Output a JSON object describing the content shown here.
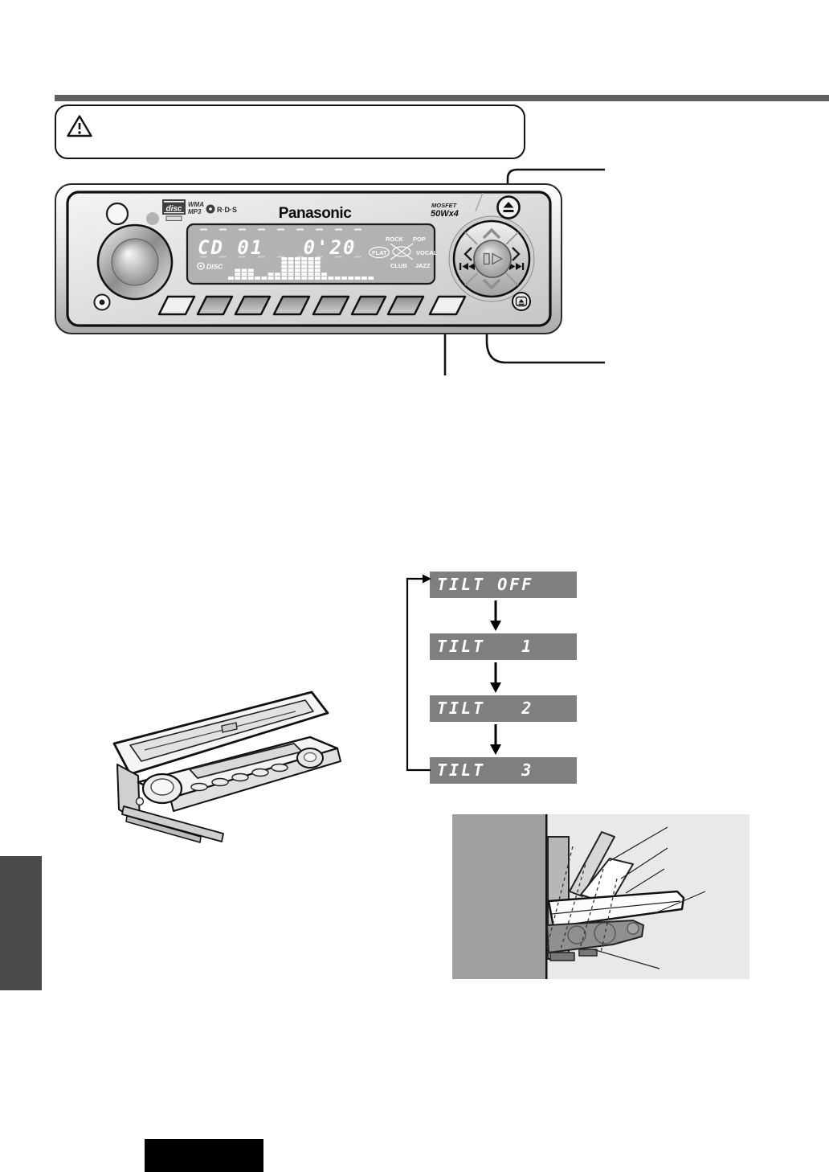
{
  "page": {
    "background": "#ffffff",
    "top_bar_color": "#5f5f5f",
    "side_tab_color": "#4a4a4a",
    "footer_box_color": "#000000",
    "caution": {
      "icon": "warning-triangle"
    }
  },
  "head_unit": {
    "brand": "Panasonic",
    "badges": {
      "compact_disc_logo": "disc",
      "wma": "WMA",
      "mp3": "MP3",
      "rds": "R·D·S",
      "mosfet": "MOSFET",
      "power_rating": "50Wx4"
    },
    "display": {
      "main_readout": "CD 01   0'20",
      "disc_indicator": "DISC",
      "rock": "ROCK",
      "pop": "POP",
      "flat": "FLAT",
      "vocal": "VOCAL",
      "club": "CLUB",
      "jazz": "JAZZ",
      "lcd_bg": "#b2b2b2",
      "eq_bars": [
        1,
        3,
        3,
        3,
        1,
        1,
        2,
        2,
        6,
        6,
        6,
        6,
        6,
        6,
        2,
        1,
        1,
        1,
        1,
        1,
        1,
        1
      ]
    },
    "controls": {
      "eject_icon": "eject",
      "release_icon": "faceplate-release",
      "up_icon": "chevron-up",
      "down_icon": "chevron-down",
      "left_icon": "previous-track",
      "right_icon": "next-track",
      "center_icon": "pause-play"
    }
  },
  "tilt_flow": {
    "lcd_bg": "#7f7f7f",
    "screens": [
      {
        "label": "TILT OFF"
      },
      {
        "label": "TILT   1"
      },
      {
        "label": "TILT   2"
      },
      {
        "label": "TILT   3"
      }
    ]
  }
}
